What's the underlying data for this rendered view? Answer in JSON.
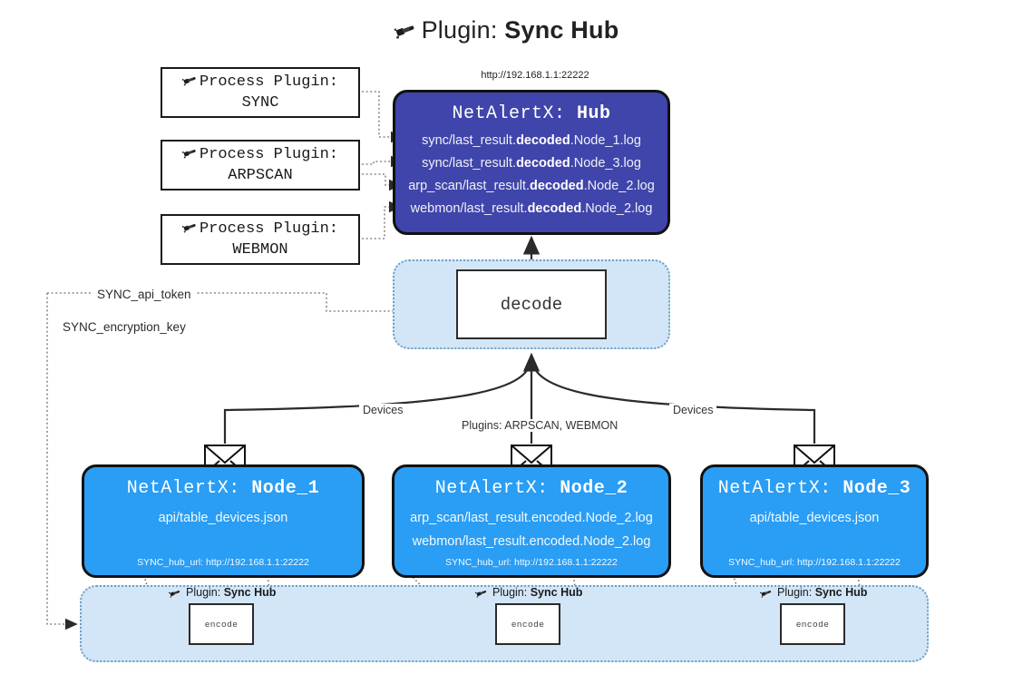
{
  "header": {
    "icon": "plug-icon",
    "prefix": "Plugin:",
    "title": "Sync Hub",
    "hub_url": "http://192.168.1.1:22222"
  },
  "process_plugins": [
    {
      "icon": "plug-icon",
      "line1": "Process Plugin:",
      "line2": "SYNC"
    },
    {
      "icon": "plug-icon",
      "line1": "Process Plugin:",
      "line2": "ARPSCAN"
    },
    {
      "icon": "plug-icon",
      "line1": "Process Plugin:",
      "line2": "WEBMON"
    }
  ],
  "hub": {
    "title_prefix": "NetAlertX:",
    "title_name": "Hub",
    "loglines": [
      {
        "pre": "sync/last_result.",
        "bold": "decoded",
        "post": ".Node_1.log"
      },
      {
        "pre": "sync/last_result.",
        "bold": "decoded",
        "post": ".Node_3.log"
      },
      {
        "pre": "arp_scan/last_result.",
        "bold": "decoded",
        "post": ".Node_2.log"
      },
      {
        "pre": "webmon/last_result.",
        "bold": "decoded",
        "post": ".Node_2.log"
      }
    ]
  },
  "decode": {
    "label": "decode"
  },
  "settings": {
    "api_token": "SYNC_api_token",
    "encryption_key": "SYNC_encryption_key"
  },
  "edge_labels": {
    "devices_left": "Devices",
    "plugins_center": "Plugins: ARPSCAN, WEBMON",
    "devices_right": "Devices"
  },
  "nodes": [
    {
      "title_prefix": "NetAlertX:",
      "title_name": "Node_1",
      "lines": [
        "api/table_devices.json"
      ],
      "hub_url_label": "SYNC_hub_url: http://192.168.1.1:22222",
      "mail_icon": "envelope-icon"
    },
    {
      "title_prefix": "NetAlertX:",
      "title_name": "Node_2",
      "lines": [
        "arp_scan/last_result.encoded.Node_2.log",
        "webmon/last_result.encoded.Node_2.log"
      ],
      "hub_url_label": "SYNC_hub_url: http://192.168.1.1:22222",
      "mail_icon": "envelope-icon"
    },
    {
      "title_prefix": "NetAlertX:",
      "title_name": "Node_3",
      "lines": [
        "api/table_devices.json"
      ],
      "hub_url_label": "SYNC_hub_url: http://192.168.1.1:22222",
      "mail_icon": "envelope-icon"
    }
  ],
  "encoders": [
    {
      "tag_icon": "plug-icon",
      "tag_prefix": "Plugin:",
      "tag_name": "Sync Hub",
      "label": "encode"
    },
    {
      "tag_icon": "plug-icon",
      "tag_prefix": "Plugin:",
      "tag_name": "Sync Hub",
      "label": "encode"
    },
    {
      "tag_icon": "plug-icon",
      "tag_prefix": "Plugin:",
      "tag_name": "Sync Hub",
      "label": "encode"
    }
  ],
  "colors": {
    "hub_fill": "#4045ab",
    "node_fill": "#2a9df4",
    "band_fill": "#d2e6f8",
    "band_border": "#6f9fc4",
    "stroke": "#111111"
  }
}
